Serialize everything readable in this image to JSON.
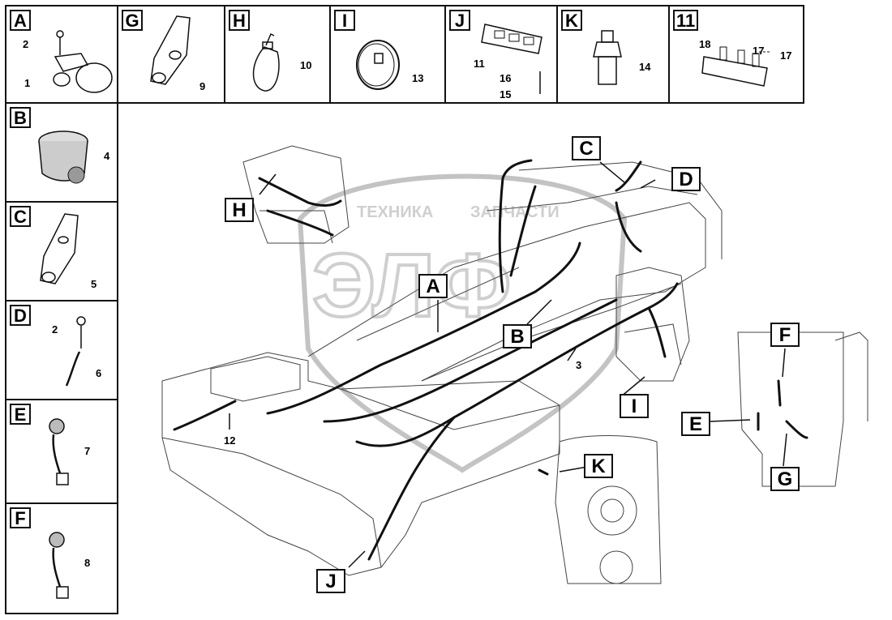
{
  "top_row": [
    {
      "letter": "A",
      "parts": [
        "2",
        "1"
      ]
    },
    {
      "letter": "G",
      "parts": [
        "9"
      ]
    },
    {
      "letter": "H",
      "parts": [
        "10"
      ]
    },
    {
      "letter": "I",
      "parts": [
        "13"
      ]
    },
    {
      "letter": "J",
      "parts": [
        "11",
        "16",
        "15"
      ]
    },
    {
      "letter": "K",
      "parts": [
        "14"
      ]
    },
    {
      "letter": "11",
      "parts": [
        "18",
        "17",
        "17"
      ]
    }
  ],
  "side_column": [
    {
      "letter": "B",
      "parts": [
        "4"
      ]
    },
    {
      "letter": "C",
      "parts": [
        "5"
      ]
    },
    {
      "letter": "D",
      "parts": [
        "2",
        "6"
      ]
    },
    {
      "letter": "E",
      "parts": [
        "7"
      ]
    },
    {
      "letter": "F",
      "parts": [
        "8"
      ]
    }
  ],
  "callouts": {
    "A": "A",
    "B": "B",
    "C": "C",
    "D": "D",
    "E": "E",
    "F": "F",
    "G": "G",
    "H": "H",
    "I": "I",
    "J": "J",
    "K": "K"
  },
  "part_labels": {
    "harness_main": "3",
    "harness_rear": "12"
  },
  "watermark": {
    "line1": "ТЕХНИКА",
    "line2": "ЗАПЧАСТИ",
    "logo": "ЭЛФ"
  }
}
